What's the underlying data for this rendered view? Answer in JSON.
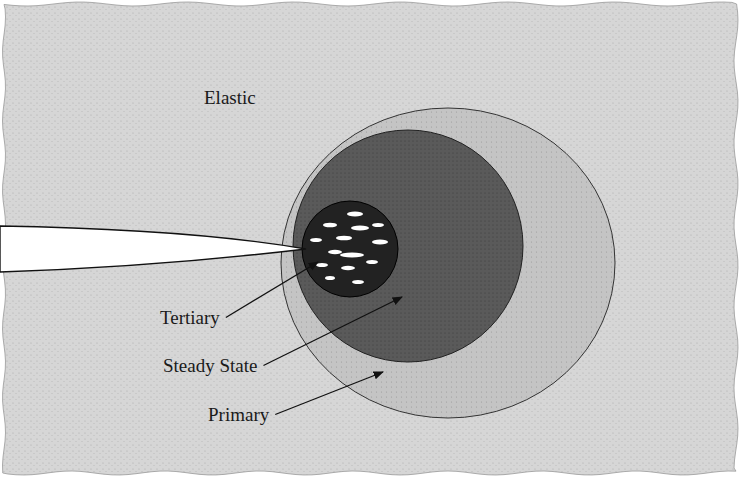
{
  "diagram": {
    "labels": [
      "Elastic",
      "Tertiary",
      "Steady State",
      "Primary"
    ]
  }
}
